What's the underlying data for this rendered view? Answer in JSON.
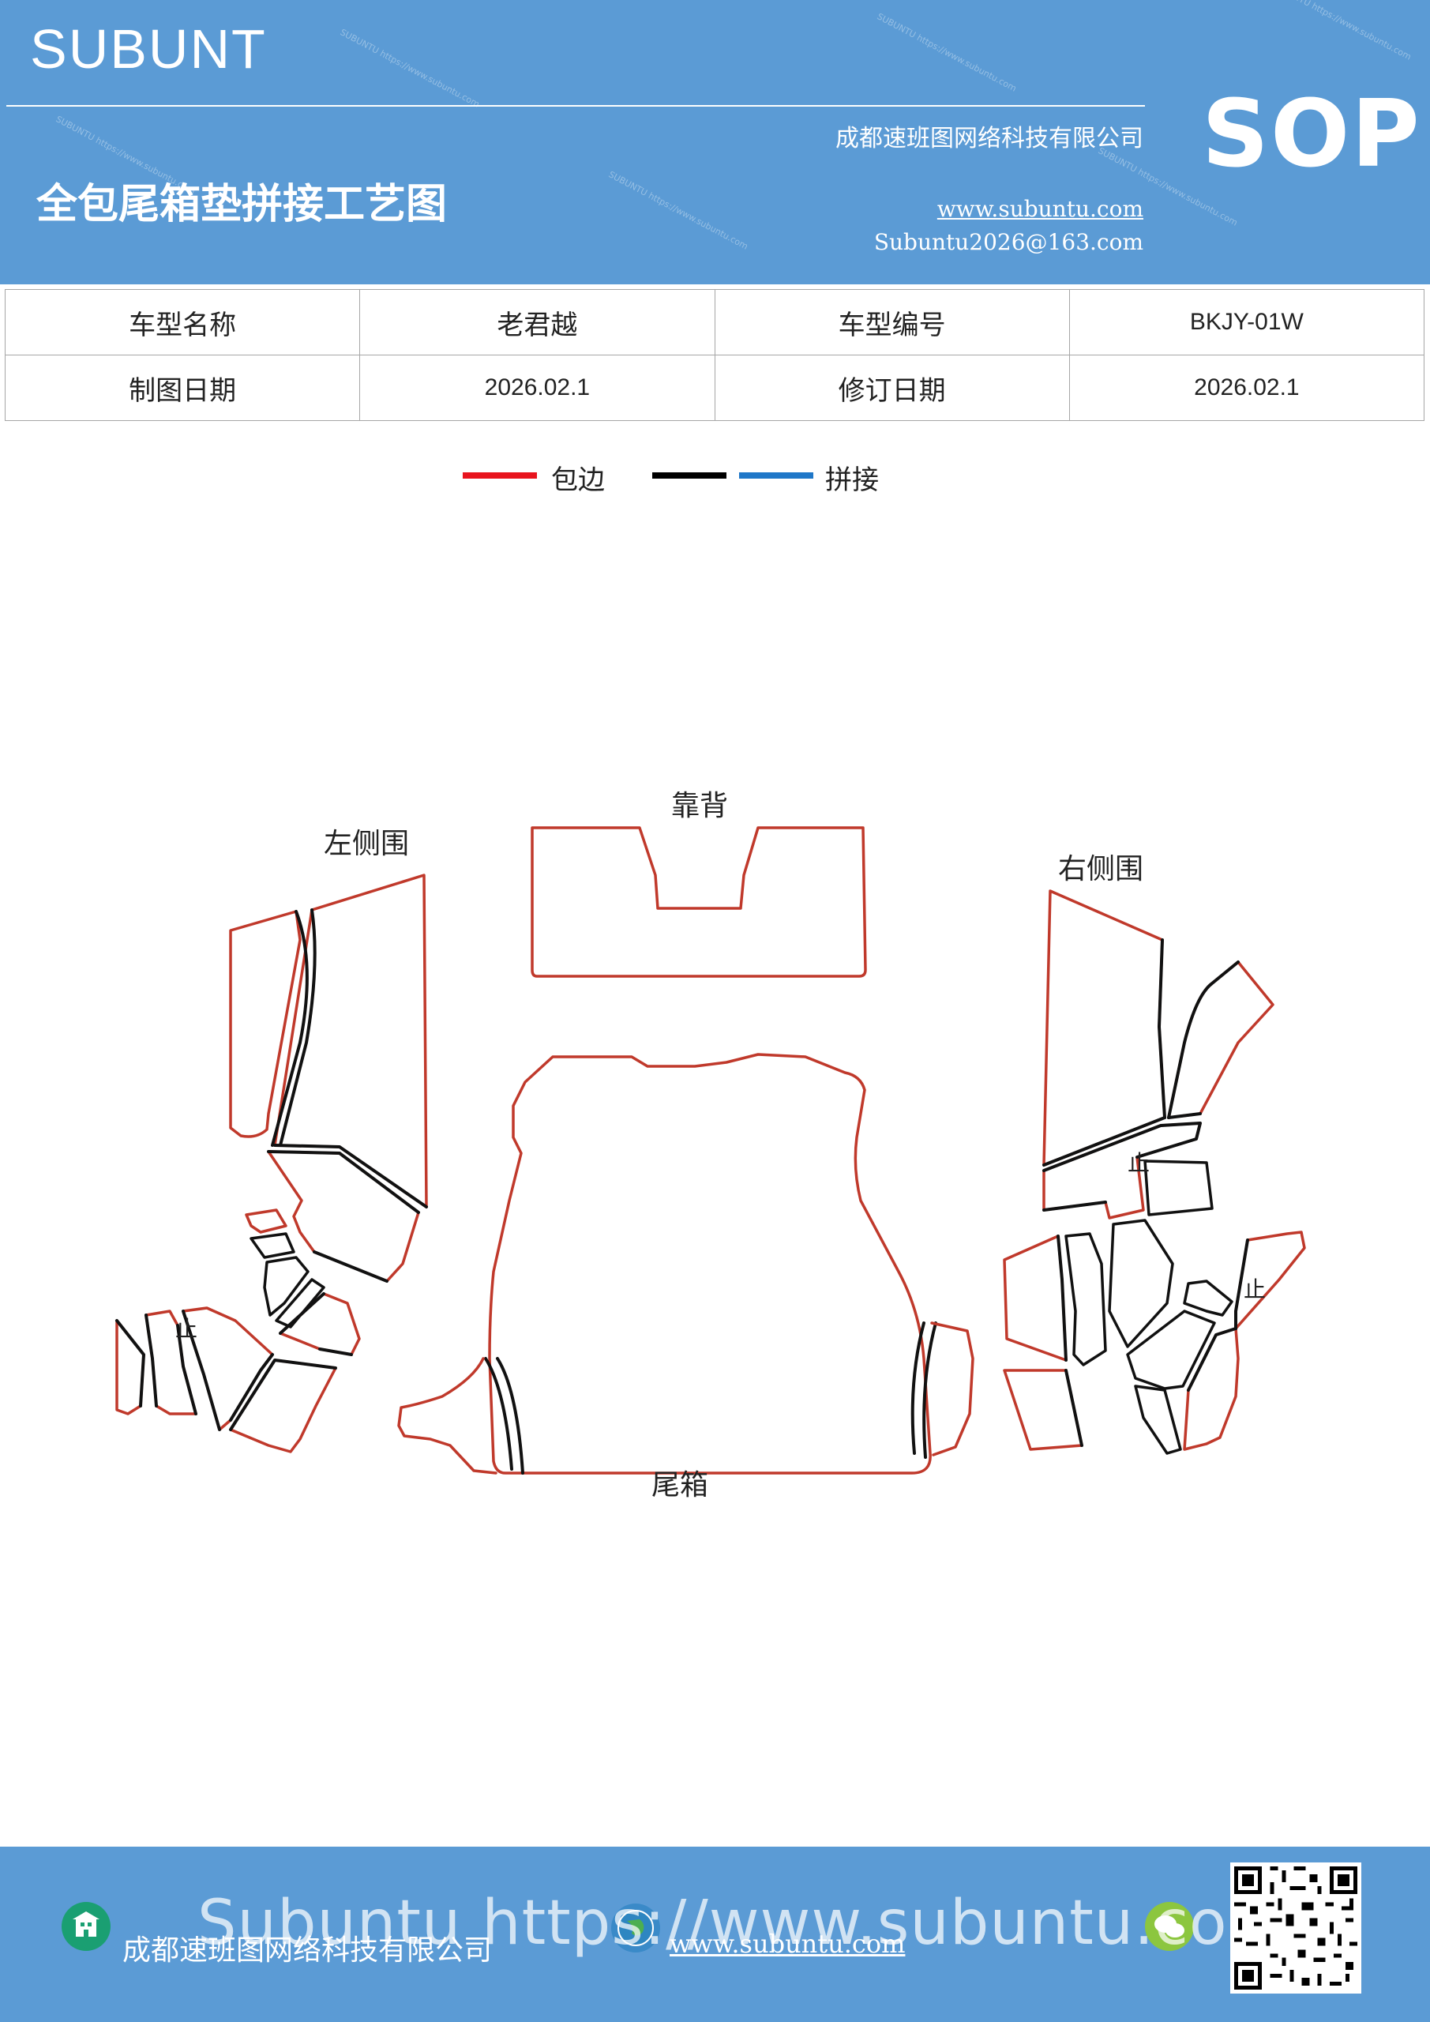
{
  "header": {
    "brand": "SUBUNT",
    "sop": "SOP",
    "company": "成都速班图网络科技有限公司",
    "title": "全包尾箱垫拼接工艺图",
    "website": "www.subuntu.com",
    "email": "Subuntu2026@163.com",
    "watermark": "SUBUNTU https://www.subuntu.com"
  },
  "info_table": {
    "row1": {
      "label1": "车型名称",
      "value1": "老君越",
      "label2": "车型编号",
      "value2": "BKJY-01W"
    },
    "row2": {
      "label1": "制图日期",
      "value1": "2026.02.1",
      "label2": "修订日期",
      "value2": "2026.02.1"
    }
  },
  "legend": {
    "edge_label": "包边",
    "seam_label": "拼接",
    "colors": {
      "edge": "#e8141e",
      "seam_black": "#000000",
      "seam_blue": "#1f77c8"
    }
  },
  "diagram": {
    "labels": {
      "backrest": "靠背",
      "left_side": "左侧围",
      "right_side": "右侧围",
      "trunk": "尾箱"
    },
    "stop_mark": "止",
    "colors": {
      "edge": "#c0392b",
      "seam": "#111111"
    }
  },
  "footer": {
    "company": "成都速班图网络科技有限公司",
    "website": "www.subuntu.com",
    "overlay": "Subuntu https://www.subuntu.com"
  }
}
